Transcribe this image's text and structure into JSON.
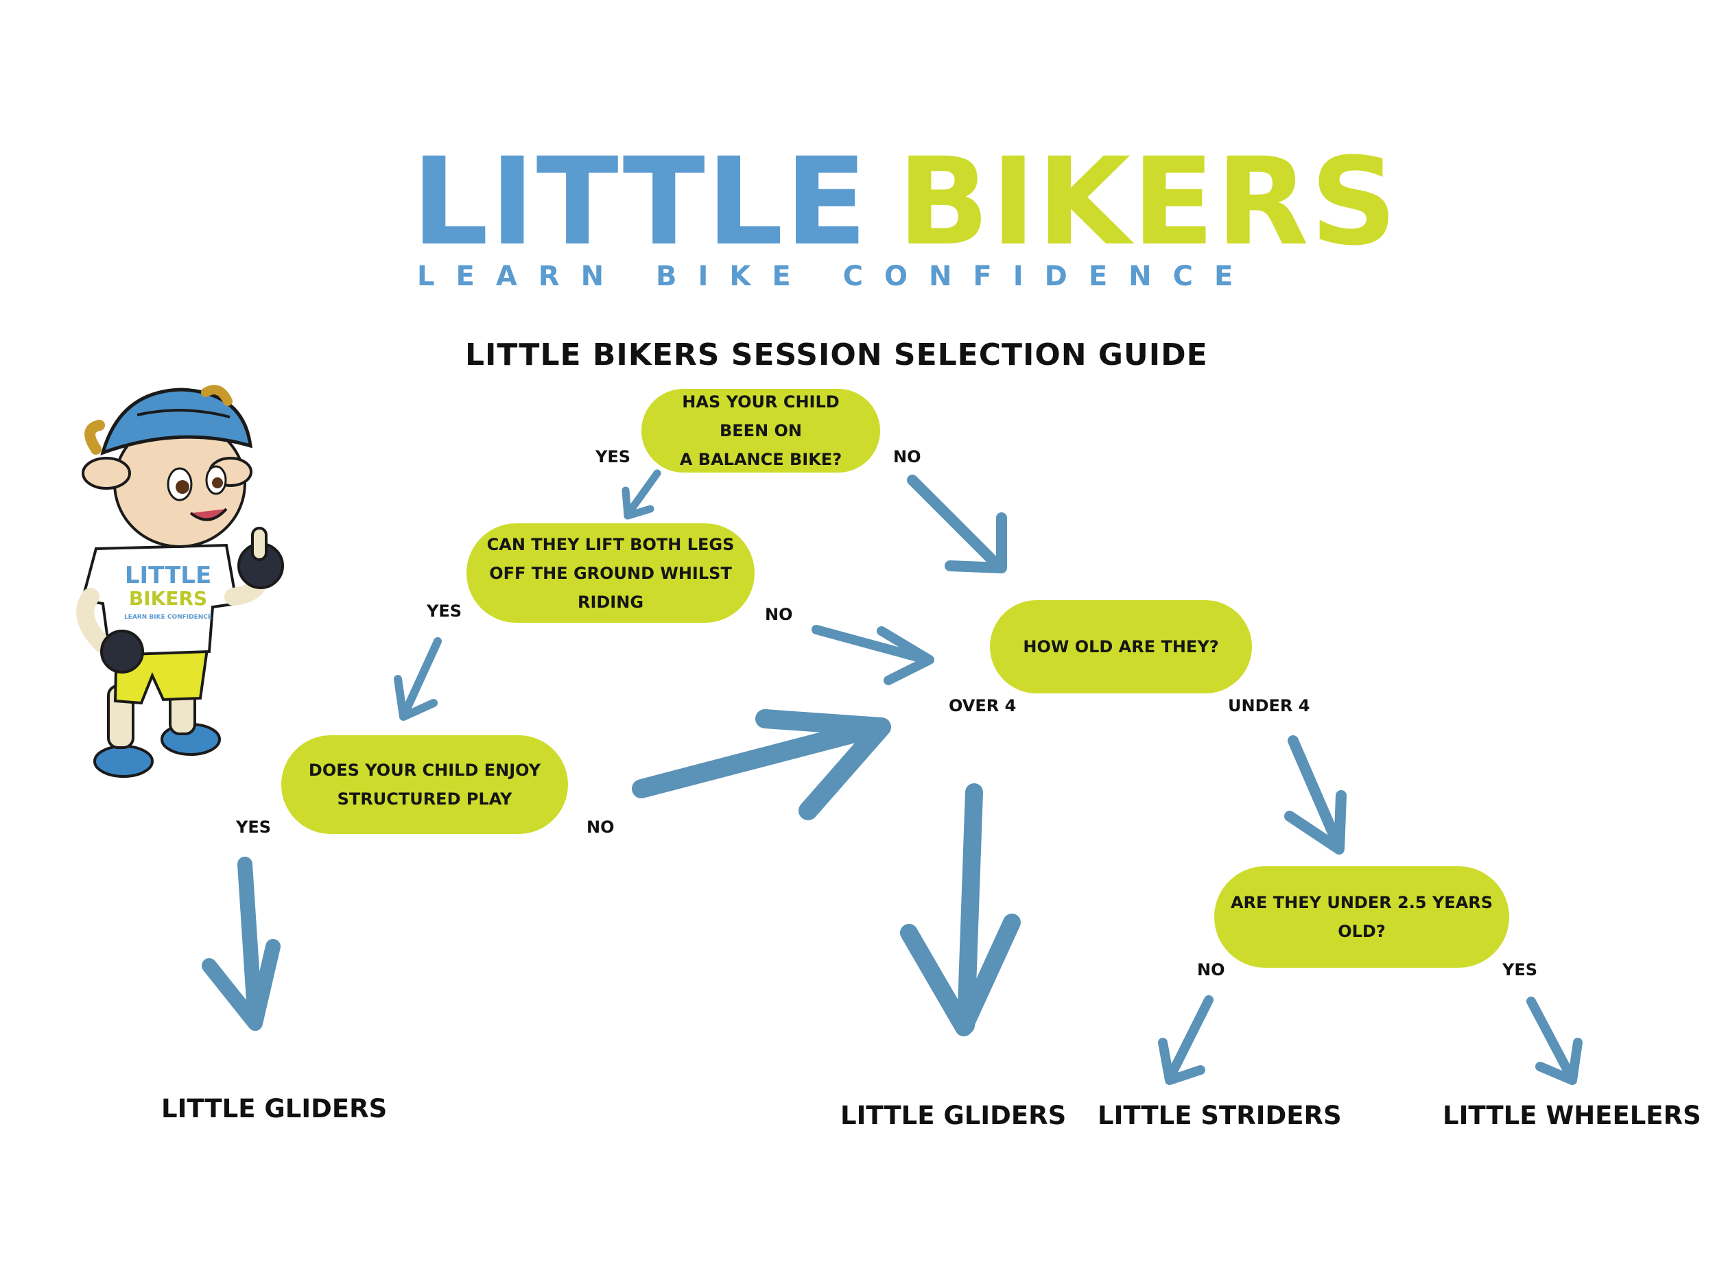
{
  "logo": {
    "title_word1": "LITTLE",
    "title_word2": "BIKERS",
    "tagline": "LEARN BIKE CONFIDENCE"
  },
  "guide_title": "LITTLE BIKERS SESSION SELECTION GUIDE",
  "mascot_shirt_text": [
    "LITTLE",
    "BIKERS",
    "LEARN BIKE CONFIDENCE"
  ],
  "nodes": {
    "q_balance_bike": "HAS YOUR CHILD BEEN ON\nA BALANCE BIKE?",
    "q_lift_legs": "CAN THEY LIFT BOTH LEGS\nOFF THE GROUND WHILST RIDING",
    "q_structured_play": "DOES YOUR CHILD ENJOY\nSTRUCTURED PLAY",
    "q_how_old": "HOW OLD ARE THEY?",
    "q_under_2_5": "ARE THEY UNDER 2.5 YEARS OLD?"
  },
  "edge_labels": {
    "balance_yes": "YES",
    "balance_no": "NO",
    "lift_yes": "YES",
    "lift_no": "NO",
    "play_yes": "YES",
    "play_no": "NO",
    "age_over": "OVER 4",
    "age_under": "UNDER 4",
    "young_no": "NO",
    "young_yes": "YES"
  },
  "outcomes": {
    "play_yes_result": "LITTLE GLIDERS",
    "over4_result": "LITTLE GLIDERS",
    "striders": "LITTLE STRIDERS",
    "wheelers": "LITTLE WHEELERS"
  },
  "colors": {
    "brand_blue": "#5a9bd0",
    "brand_yellow": "#cddc2c",
    "arrow_blue": "#5a92b8",
    "node_fill": "#cddc2c"
  }
}
